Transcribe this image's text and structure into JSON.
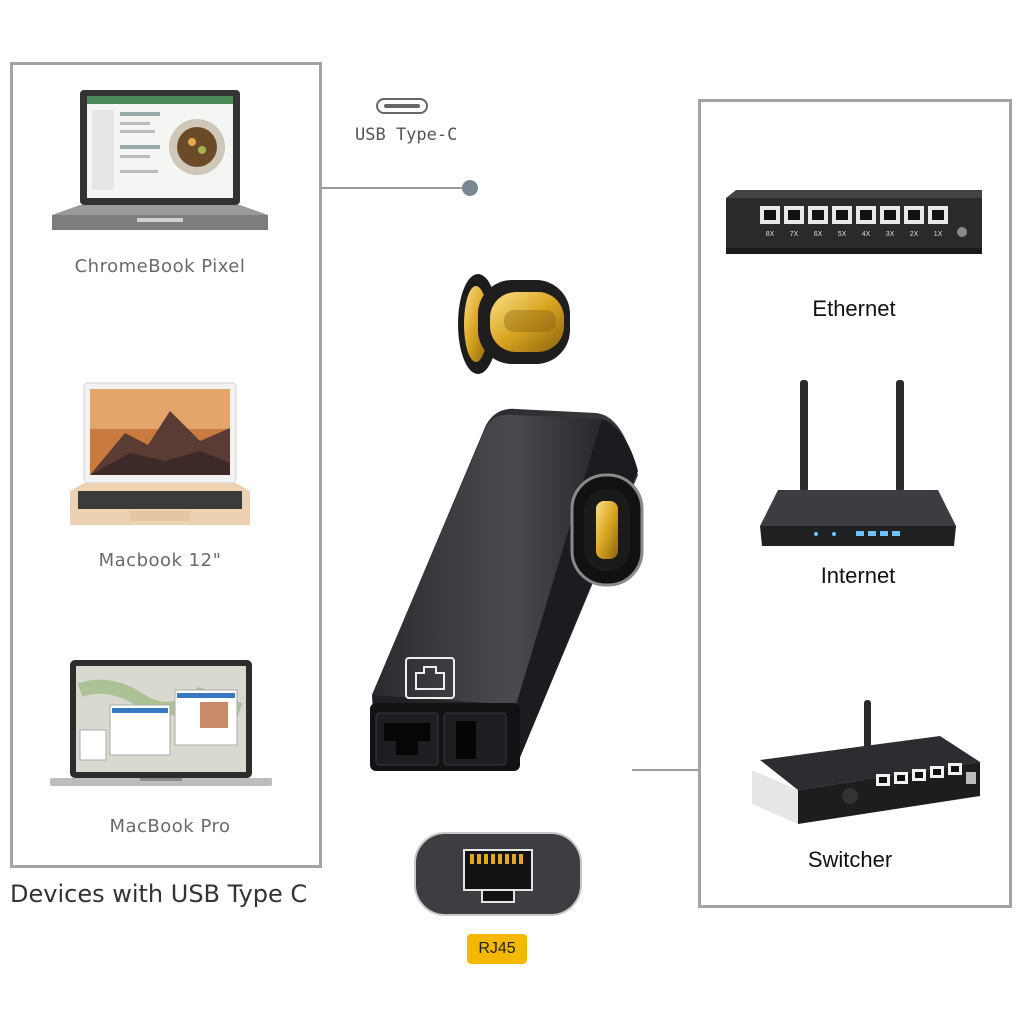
{
  "devices": {
    "items": [
      {
        "label": "ChromeBook Pixel",
        "icon": "chromebook-laptop-icon"
      },
      {
        "label": "Macbook 12\"",
        "icon": "macbook-laptop-icon"
      },
      {
        "label": "MacBook Pro",
        "icon": "macbook-pro-laptop-icon"
      }
    ],
    "caption": "Devices with USB Type C"
  },
  "connector": {
    "label": "USB Type-C",
    "port_badge": "RJ45"
  },
  "network": {
    "items": [
      {
        "label": "Ethernet",
        "icon": "ethernet-switch-icon"
      },
      {
        "label": "Internet",
        "icon": "router-icon"
      },
      {
        "label": "Switcher",
        "icon": "switcher-icon"
      }
    ]
  },
  "switch_port_labels": [
    "8X",
    "7X",
    "6X",
    "5X",
    "4X",
    "3X",
    "2X",
    "1X"
  ],
  "colors": {
    "panel_border": "#a3a3a3",
    "badge": "#f5b800",
    "gold": "#d9a520",
    "adapter_body": "#2f3033"
  }
}
